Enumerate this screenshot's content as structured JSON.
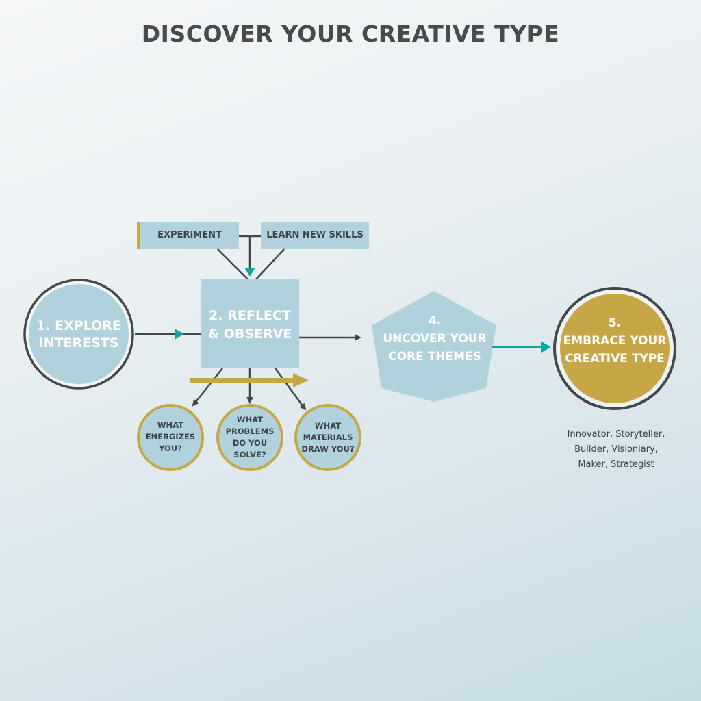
{
  "title": "DISCOVER YOUR CREATIVE TYPE",
  "colors": {
    "node_fill": "#b1d2dd",
    "gold": "#c7a646",
    "teal": "#14a3a3",
    "dark": "#444648",
    "text_dark": "#3f4346",
    "text_light": "#ffffff"
  },
  "top_boxes": [
    {
      "label": "EXPERIMENT"
    },
    {
      "label": "LEARN NEW SKILLS"
    }
  ],
  "steps": [
    {
      "id": 1,
      "shape": "circle",
      "line1": "1. EXPLORE",
      "line2": "INTERESTS"
    },
    {
      "id": 2,
      "shape": "square",
      "line1": "2. REFLECT",
      "line2": "& OBSERVE"
    },
    {
      "id": 4,
      "shape": "pentagon",
      "line1": "4.",
      "line2": "UNCOVER YOUR",
      "line3": "CORE THEMES"
    },
    {
      "id": 5,
      "shape": "circle",
      "line1": "5.",
      "line2": "EMBRACE YOUR",
      "line3": "CREATIVE TYPE"
    }
  ],
  "questions": [
    {
      "lines": [
        "WHAT",
        "ENERGIZES",
        "YOU?"
      ]
    },
    {
      "lines": [
        "WHAT",
        "PROBLEMS",
        "DO YOU",
        "SOLVE?"
      ]
    },
    {
      "lines": [
        "WHAT",
        "MATERIALS",
        "DRAW YOU?"
      ]
    }
  ],
  "creative_types": {
    "line1": "Innovator, Storyteller,",
    "line2": "Builder, Visioniary,",
    "line3": "Maker, Strategist"
  }
}
